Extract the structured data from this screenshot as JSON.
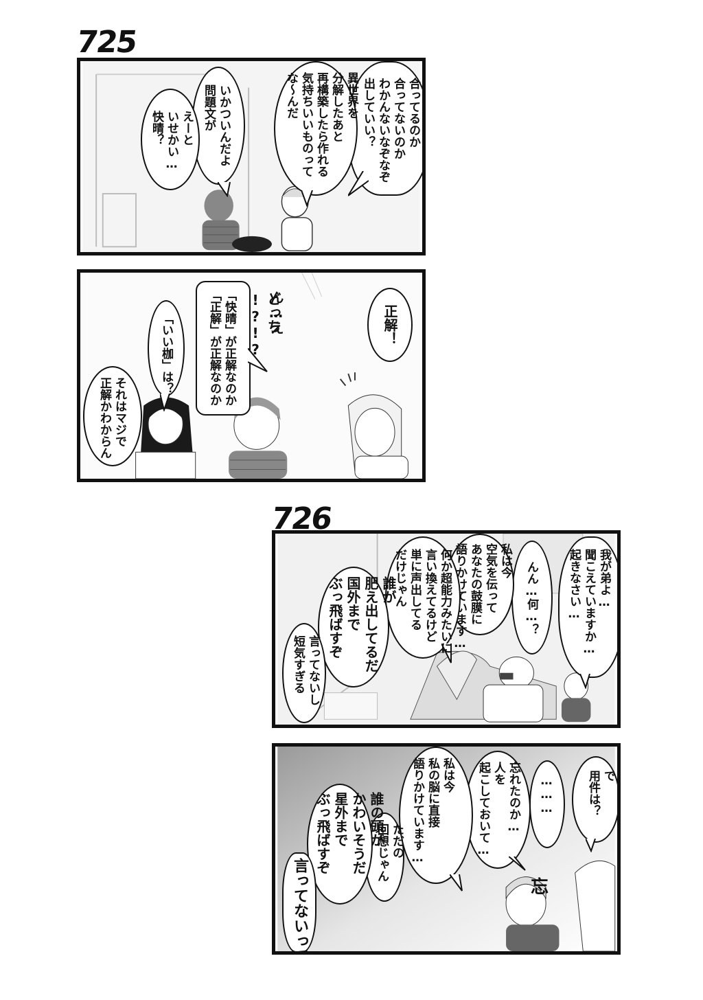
{
  "strip_725": {
    "number": "725",
    "panel1": {
      "b1": "合ってるのか\n合ってないのか\nわかんないなぞなぞ\n出していい？",
      "b2": "異世界を\n分解したあと\n再構築したら作れる\n気持ちいいものって\nな～んだ",
      "b3": "いかついんだよ\n問題文が",
      "b4": "えーと\nいせかい…\n快晴？"
    },
    "panel2": {
      "b1": "正解！",
      "b2a": "ん…え",
      "b2b": "どっち\n!?!?",
      "b3": "「快晴」が正解なのか\n「正解」が正解なのか",
      "b4": "「いい枷」は？",
      "b5": "それはマジで\n正解かわからん"
    }
  },
  "strip_726": {
    "number": "726",
    "panel1": {
      "b1": "我が弟よ…\n聞こえていますか…\n起きなさい…",
      "b2": "んん…何…？",
      "b3": "私は今\n空気を伝って\nあなたの鼓膜に\n語りかけています…",
      "b4": "何か超能力みたいに\n言い換えてるけど\n単に声出してる\nだけじゃん",
      "b5": "誰が\n肥え出してるだ\n国外まで\nぶっ飛ばすぞ",
      "b6": "言ってないし\n短気すぎる"
    },
    "panel2": {
      "b1": "で\n用件は？",
      "b2": "………",
      "b3": "忘れたのか…\n人を\n起こしておいて…",
      "b4": "私は今\n私の脳に直接\n語りかけています…",
      "b5": "ただの\n回想じゃん",
      "b6": "誰の頭が\nかわいそうだ\n星外まで\nぶっ飛ばすぞ",
      "b7": "言ってないって",
      "sfx": "忘"
    }
  }
}
